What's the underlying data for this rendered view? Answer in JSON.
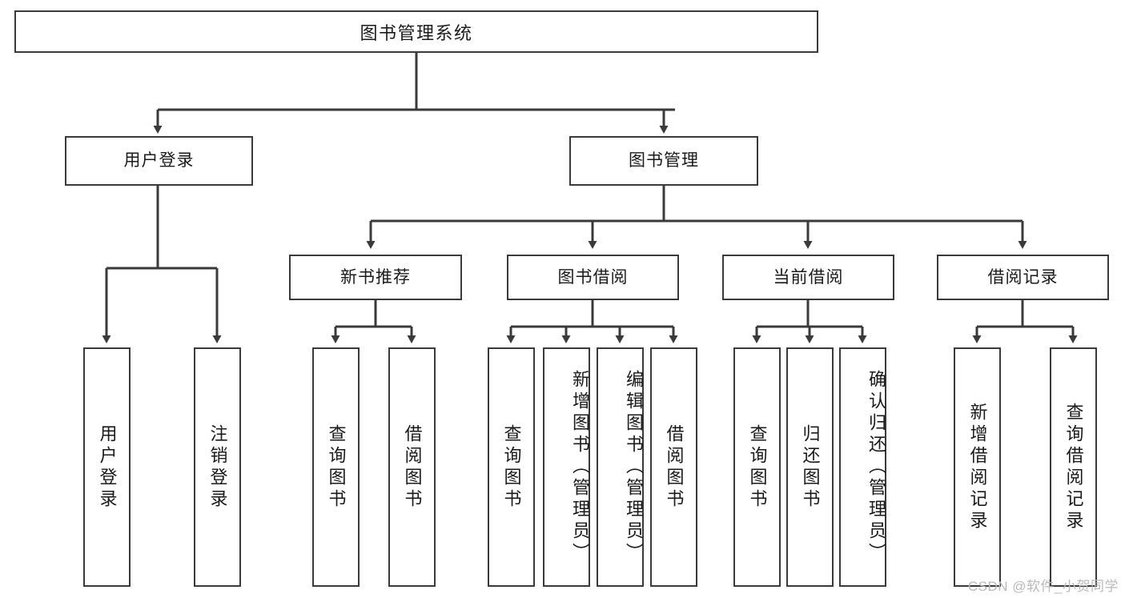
{
  "diagram": {
    "type": "tree-hierarchy",
    "title": "图书管理系统",
    "colors": {
      "box_border": "#3a3a3a",
      "box_fill": "#ffffff",
      "connector": "#3a3a3a",
      "text": "#1a1a1a",
      "watermark": "#b9b9b9",
      "background": "#ffffff"
    },
    "root": {
      "label": "图书管理系统"
    },
    "level2": [
      {
        "id": "user-login",
        "label": "用户登录"
      },
      {
        "id": "book-manage",
        "label": "图书管理"
      }
    ],
    "level3": [
      {
        "id": "new-book-recommend",
        "label": "新书推荐"
      },
      {
        "id": "book-borrow",
        "label": "图书借阅"
      },
      {
        "id": "current-borrow",
        "label": "当前借阅"
      },
      {
        "id": "borrow-record",
        "label": "借阅记录"
      }
    ],
    "leaves": [
      {
        "id": "leaf-user-login",
        "label": "用户登录",
        "parent": "user-login"
      },
      {
        "id": "leaf-logout-login",
        "label": "注销登录",
        "parent": "user-login"
      },
      {
        "id": "leaf-query-book-1",
        "label": "查询图书",
        "parent": "new-book-recommend"
      },
      {
        "id": "leaf-borrow-book-1",
        "label": "借阅图书",
        "parent": "new-book-recommend"
      },
      {
        "id": "leaf-query-book-2",
        "label": "查询图书",
        "parent": "book-borrow"
      },
      {
        "id": "leaf-add-book-admin",
        "label": "新增图书（管理员）",
        "parent": "book-borrow"
      },
      {
        "id": "leaf-edit-book-admin",
        "label": "编辑图书（管理员）",
        "parent": "book-borrow"
      },
      {
        "id": "leaf-borrow-book-2",
        "label": "借阅图书",
        "parent": "book-borrow"
      },
      {
        "id": "leaf-query-book-3",
        "label": "查询图书",
        "parent": "current-borrow"
      },
      {
        "id": "leaf-return-book",
        "label": "归还图书",
        "parent": "current-borrow"
      },
      {
        "id": "leaf-confirm-return-admin",
        "label": "确认归还（管理员）",
        "parent": "current-borrow"
      },
      {
        "id": "leaf-add-borrow-record",
        "label": "新增借阅记录",
        "parent": "borrow-record"
      },
      {
        "id": "leaf-query-borrow-record",
        "label": "查询借阅记录",
        "parent": "borrow-record"
      }
    ],
    "watermark": "CSDN @软件_小贺同学"
  }
}
